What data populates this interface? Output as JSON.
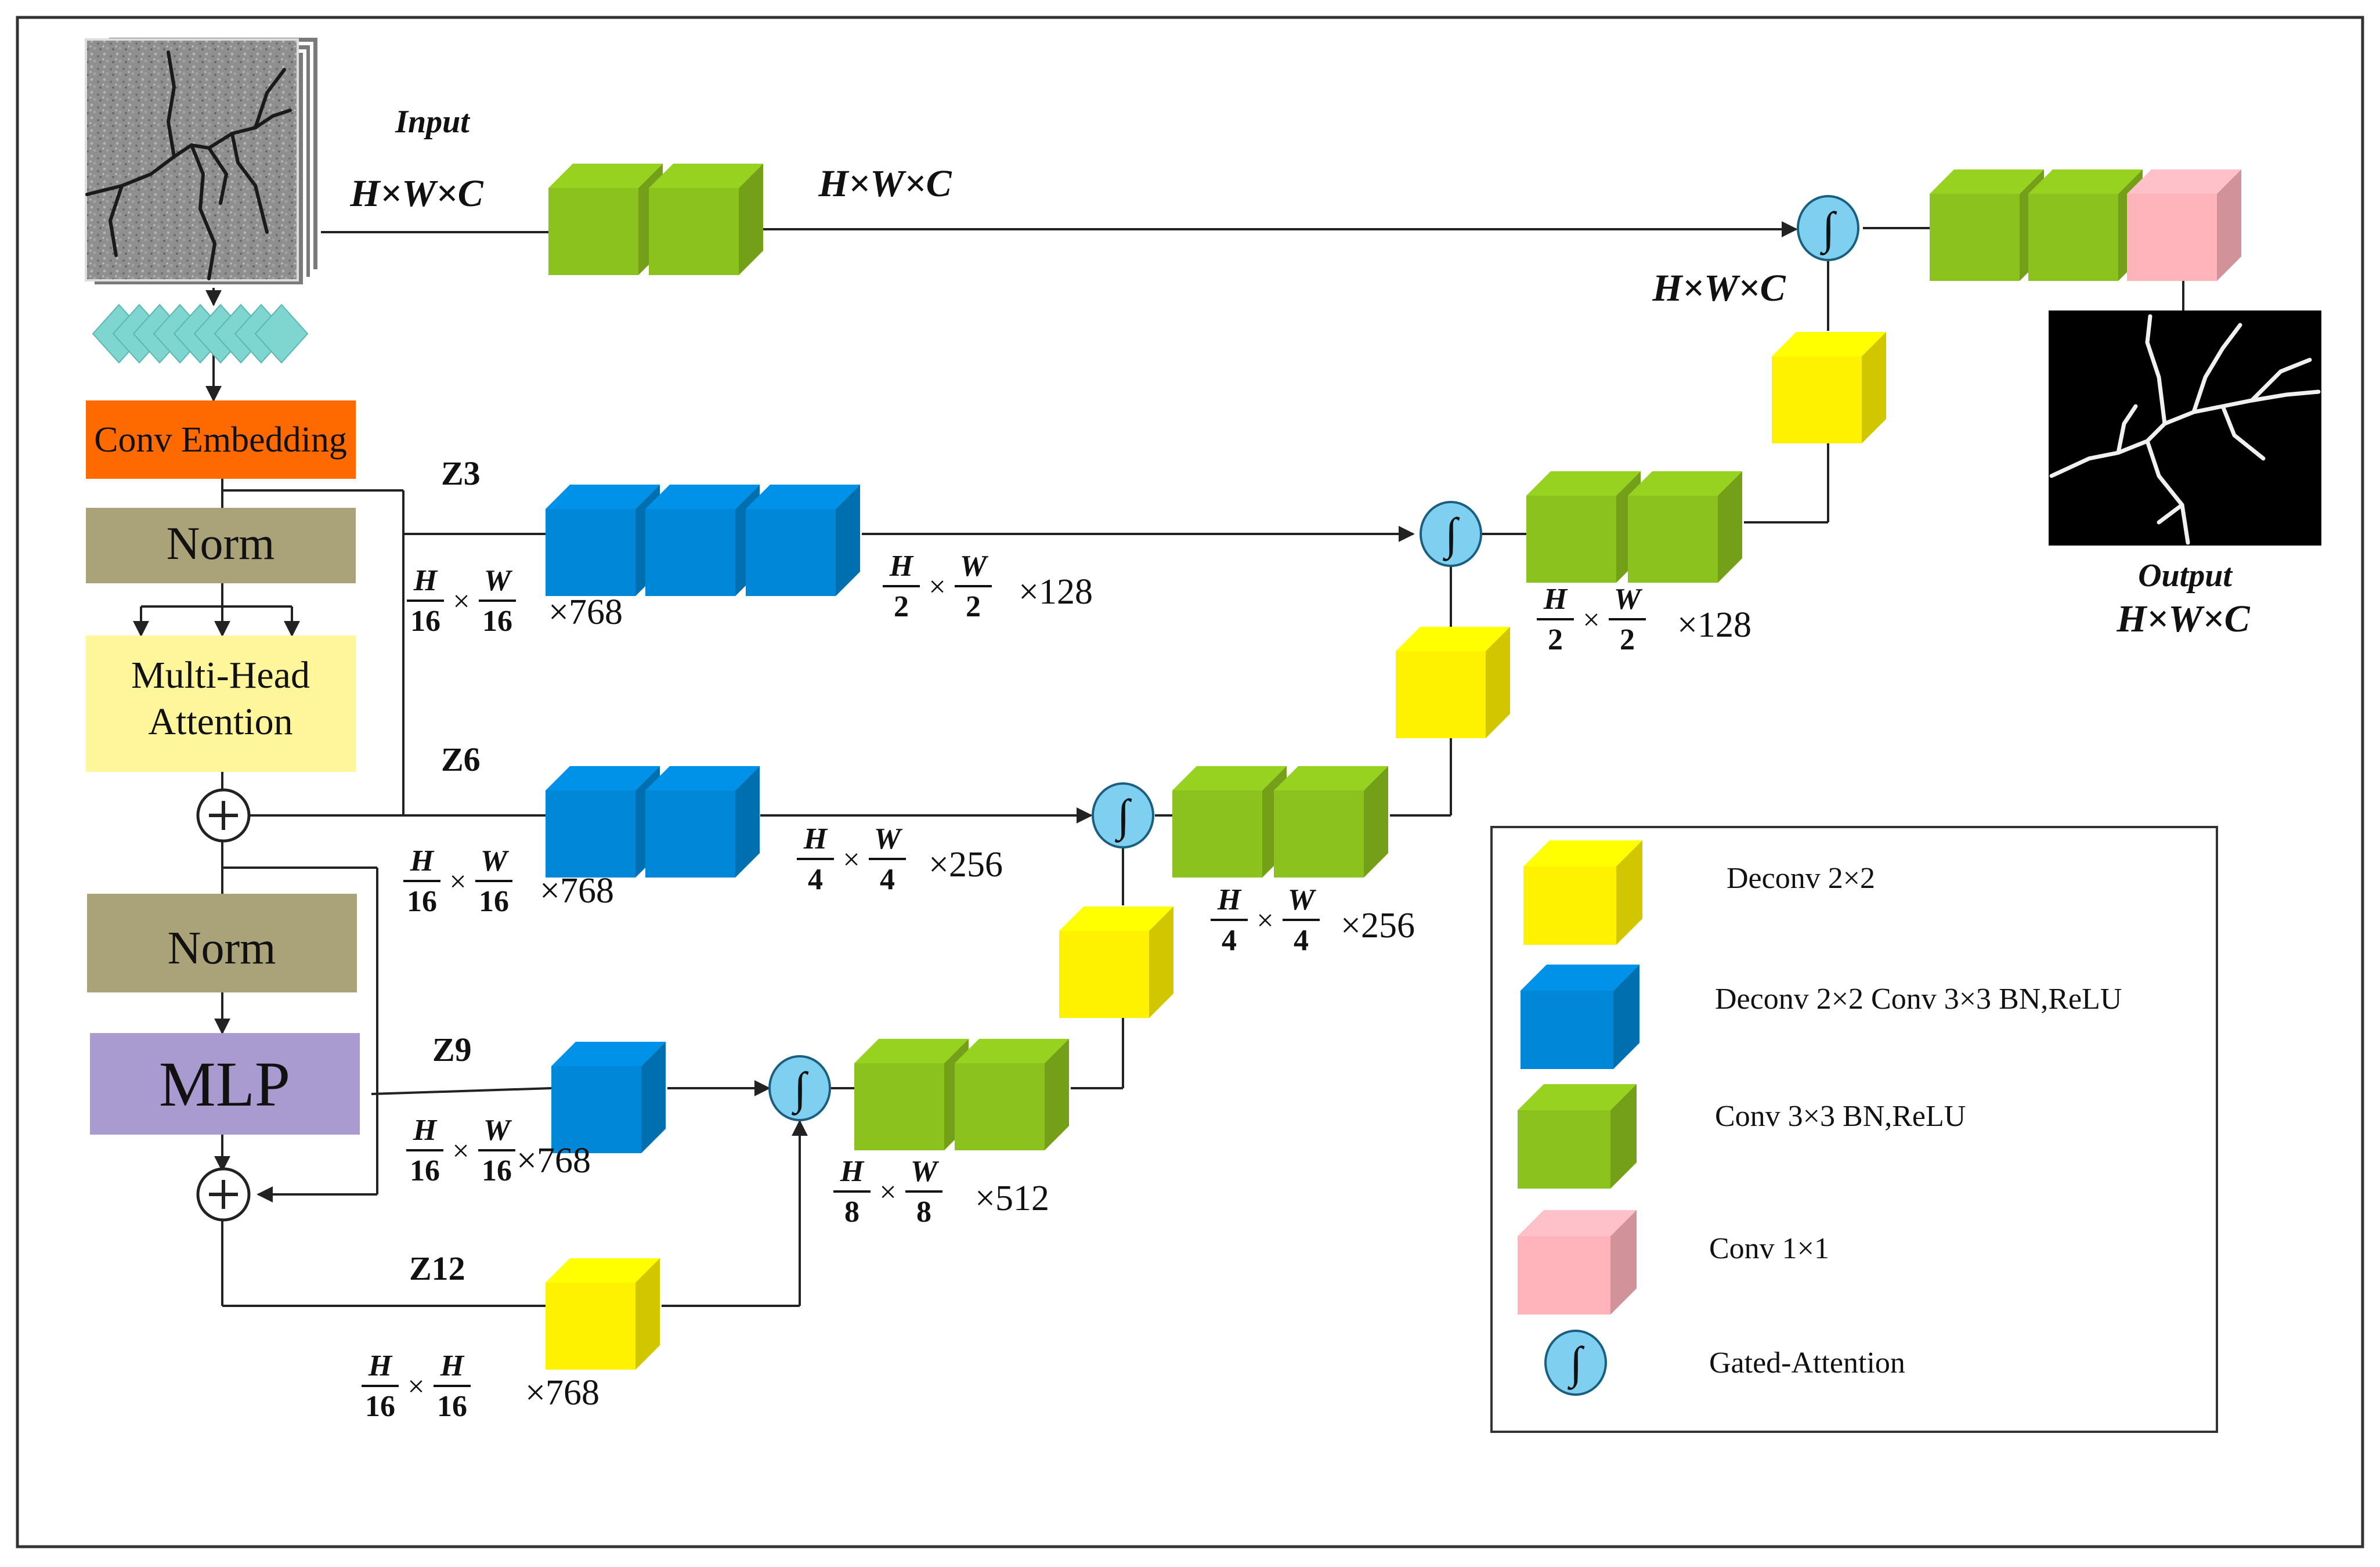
{
  "colors": {
    "yellow": "#fff200",
    "blue": "#0087d7",
    "green": "#8cc21e",
    "pink": "#ffb3ba",
    "gate": "#7fd0f0",
    "orange": "#ff6a00",
    "khaki": "#aaa37a",
    "lightyellow": "#fff59a",
    "lavender": "#a99bd0",
    "teal": "#7fd5d0"
  },
  "labels": {
    "input_title": "Input",
    "input_dims": "H×W×C",
    "skip_dims": "H×W×C",
    "right_dims": "H×W×C",
    "output_title": "Output",
    "output_dims": "H×W×C",
    "conv_embedding": "Conv Embedding",
    "norm1": "Norm",
    "mha_line1": "Multi-Head",
    "mha_line2": "Attention",
    "norm2": "Norm",
    "mlp": "MLP",
    "plus_symbol": "+",
    "z3": "Z3",
    "z6": "Z6",
    "z9": "Z9",
    "z12": "Z12",
    "gate_symbol": "∫"
  },
  "fractions": {
    "h": "H",
    "w": "W",
    "n16": "16",
    "n2": "2",
    "n4": "4",
    "n8": "8",
    "times": "×"
  },
  "channels": {
    "z3": "×768",
    "z6": "×768",
    "z9": "×768",
    "z12": "×768",
    "s2_in": "×128",
    "s2_out": "×128",
    "s4_in": "×256",
    "s4_out": "×256",
    "s8": "×512"
  },
  "legend": {
    "deconv": "Deconv 2×2",
    "deconv_conv": "Deconv 2×2 Conv 3×3 BN,ReLU",
    "conv3": "Conv 3×3 BN,ReLU",
    "conv1": "Conv 1×1",
    "gated": "Gated-Attention"
  }
}
